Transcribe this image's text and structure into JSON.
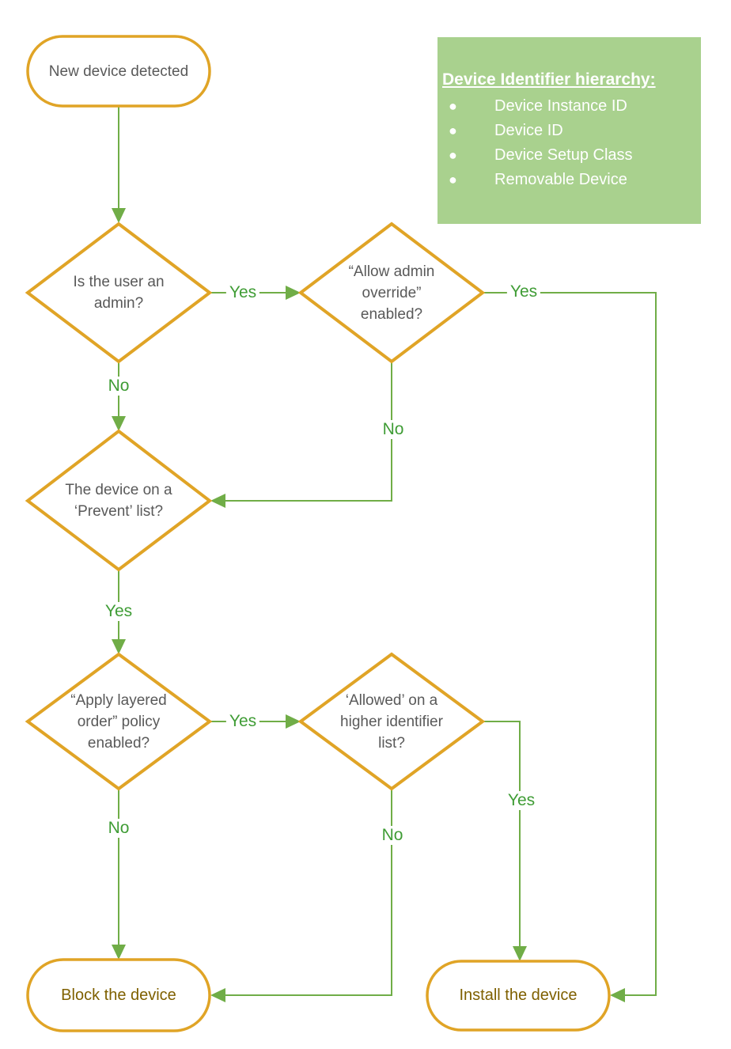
{
  "colors": {
    "shape_stroke": "#E0A426",
    "line": "#70AD47",
    "label_text": "#3F9C35",
    "node_text": "#595959",
    "terminal_text": "#7F6000",
    "infobox_bg": "#A9D18E",
    "infobox_text": "#FFFFFF"
  },
  "nodes": {
    "start": {
      "label": "New device detected"
    },
    "admin_check": {
      "label": "Is the user an admin?"
    },
    "override_check": {
      "label": "“Allow admin override” enabled?"
    },
    "prevent_list_check": {
      "label": "The device on a ‘Prevent’ list?"
    },
    "layered_order_check": {
      "label": "“Apply layered order” policy enabled?"
    },
    "higher_identifier_check": {
      "label": "‘Allowed’ on a higher identifier list?"
    },
    "block": {
      "label": "Block the device"
    },
    "install": {
      "label": "Install the device"
    }
  },
  "edge_labels": {
    "admin_yes": "Yes",
    "admin_no": "No",
    "override_yes": "Yes",
    "override_no": "No",
    "prevent_yes": "Yes",
    "layered_yes": "Yes",
    "layered_no": "No",
    "higher_yes": "Yes",
    "higher_no": "No"
  },
  "infobox": {
    "title": "Device Identifier hierarchy:",
    "items": [
      "Device Instance ID",
      "Device ID",
      "Device Setup Class",
      "Removable Device"
    ],
    "bullet": "●"
  }
}
